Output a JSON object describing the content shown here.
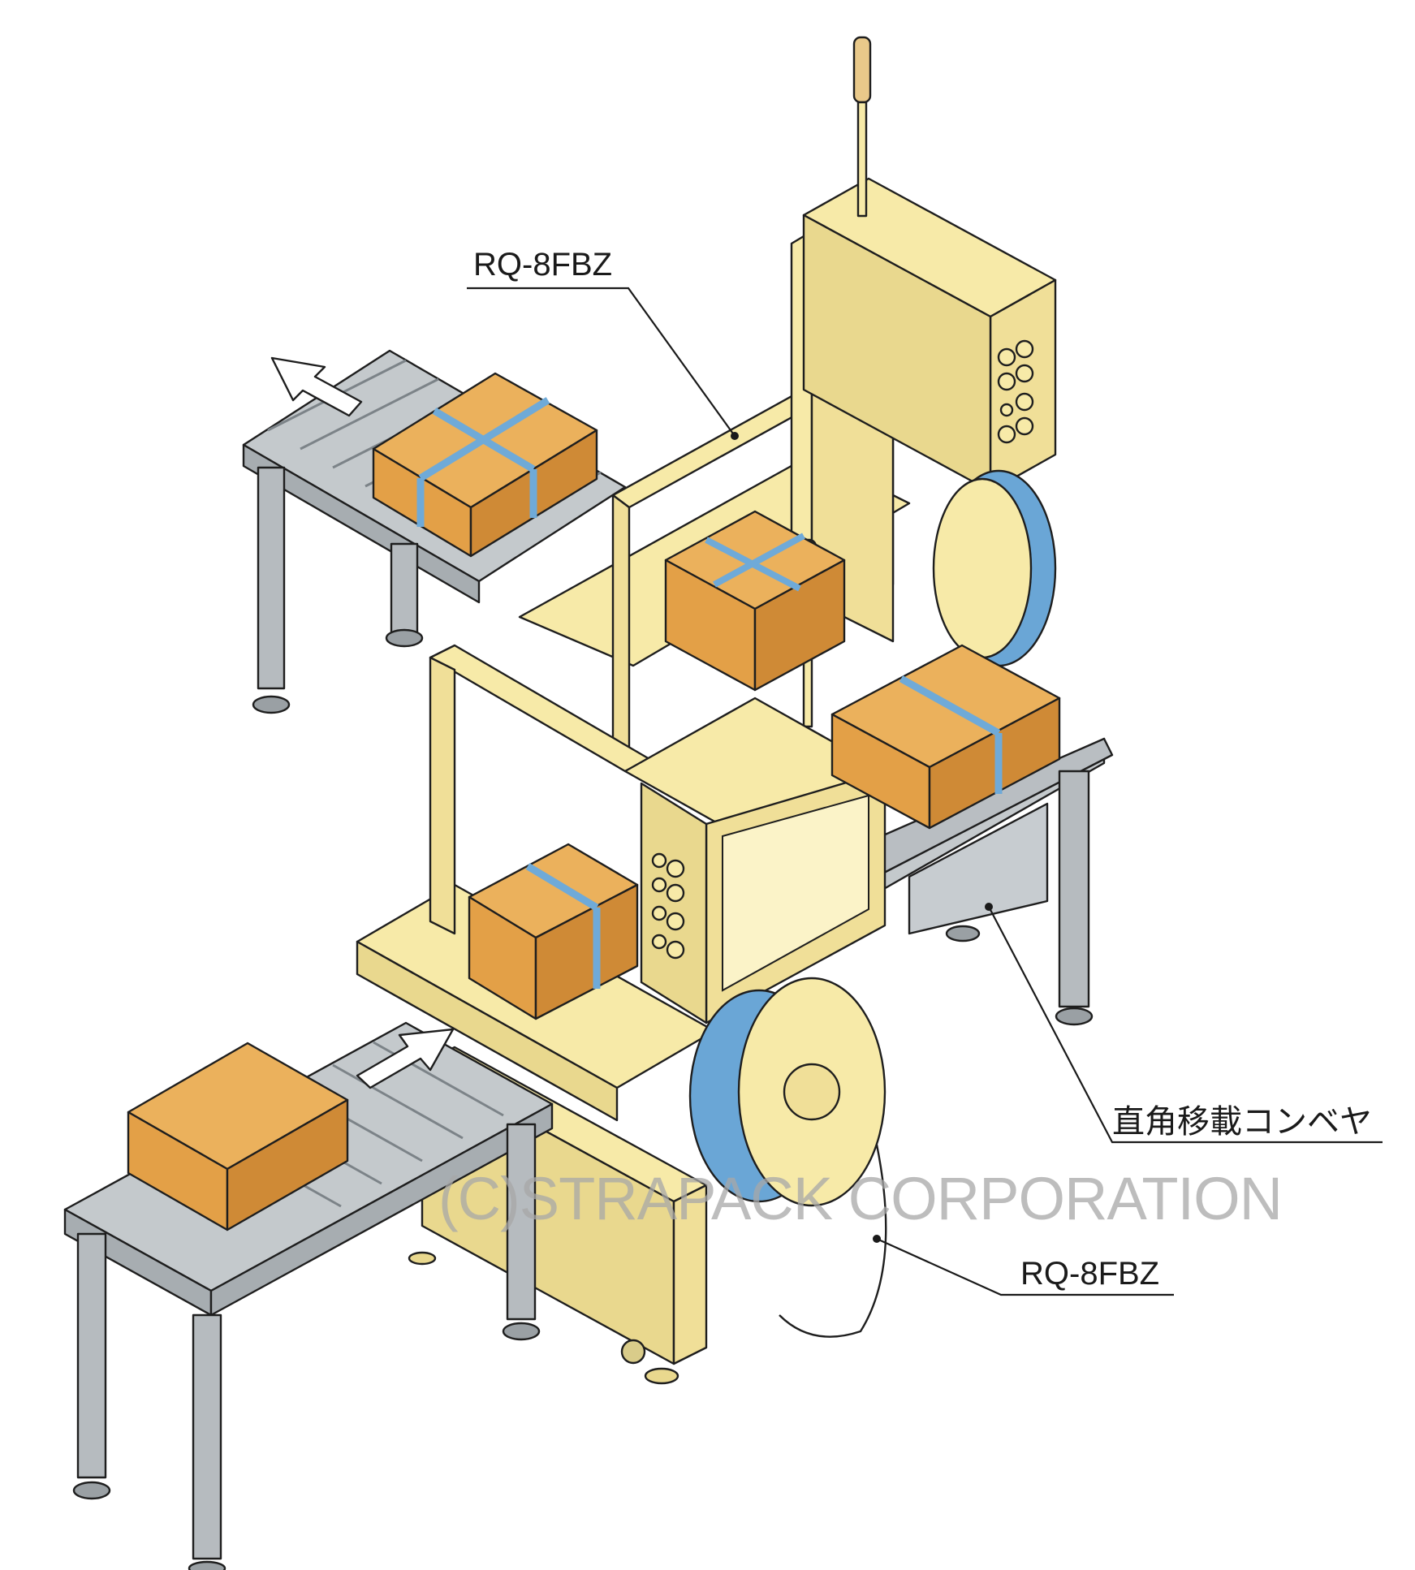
{
  "callouts": {
    "upper_machine_label": "RQ-8FBZ",
    "transfer_conveyor_label": "直角移載コンベヤ",
    "lower_machine_label": "RQ-8FBZ"
  },
  "watermark": "(C)STRAPACK CORPORATION",
  "flow_arrows": {
    "outfeed_arrow_icon": "arrow-up-left-icon",
    "infeed_arrow_icon": "arrow-up-right-icon"
  },
  "colors": {
    "machine_body": "#f7eaa8",
    "machine_shadow": "#e9d88e",
    "conveyor": "#c4c9cc",
    "conveyor_dark": "#a7adb1",
    "box": "#e3a047",
    "box_top": "#ebb15c",
    "box_side": "#cf8a36",
    "strap": "#6faad8",
    "reel": "#6aa6d6",
    "outline": "#1e1e1e",
    "watermark": "#a8a8a8"
  }
}
